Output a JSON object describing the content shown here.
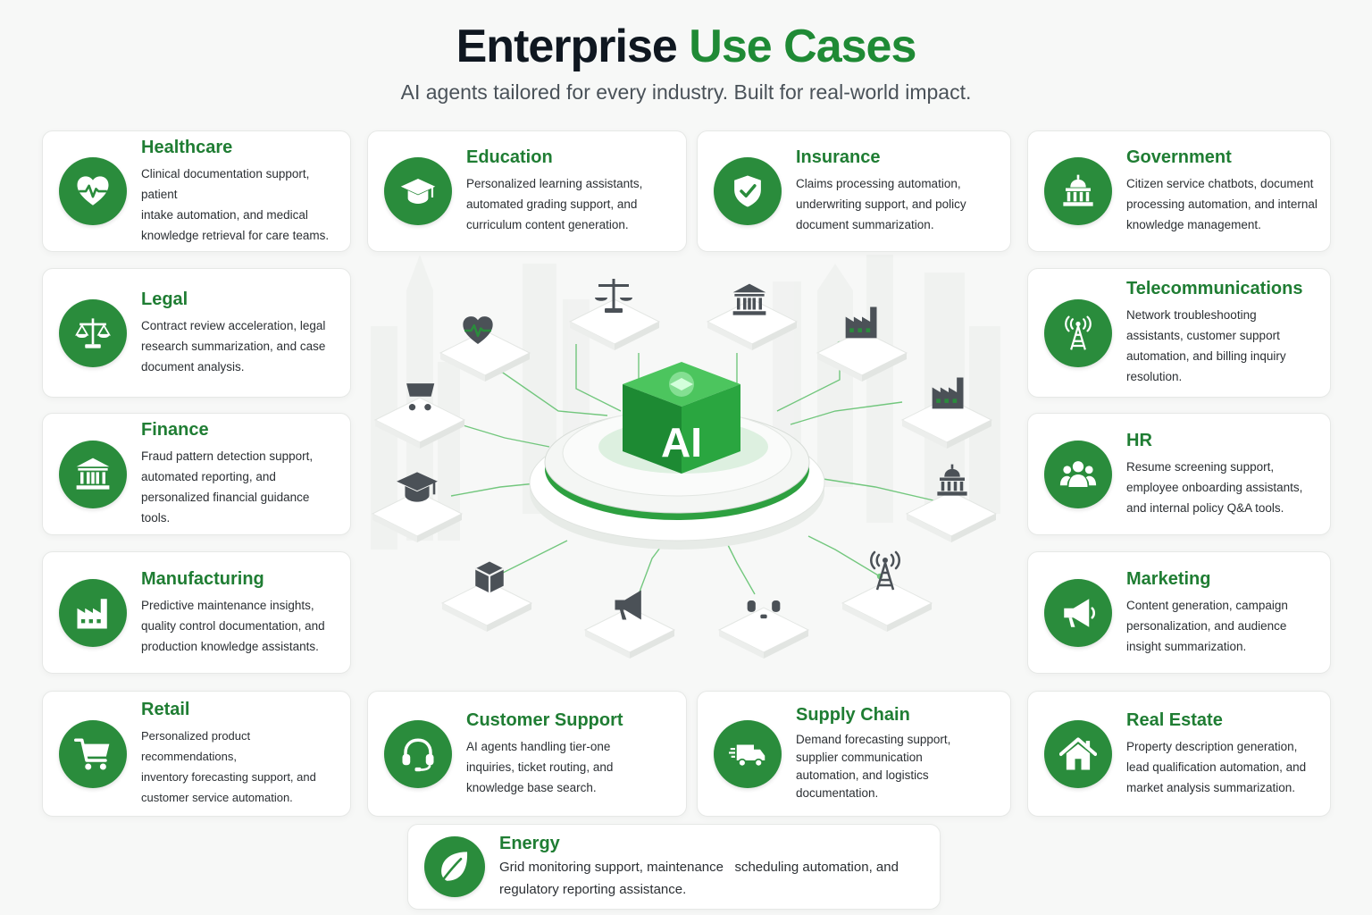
{
  "header": {
    "title_part1": "Enterprise",
    "title_part2": "Use Cases",
    "subtitle": "AI agents tailored for every industry. Built for real-world impact."
  },
  "hub": {
    "center_label": "AI"
  },
  "colors": {
    "accent": "#2a8c3c",
    "title_green": "#1f7d33"
  },
  "cards": [
    {
      "title": "Healthcare",
      "icon": "heart-pulse-icon",
      "desc": [
        "Clinical documentation support, patient",
        "intake automation, and medical",
        "knowledge retrieval for care teams."
      ]
    },
    {
      "title": "Education",
      "icon": "graduation-cap-icon",
      "desc": [
        "Personalized learning assistants,",
        "automated grading support, and",
        "curriculum content generation."
      ]
    },
    {
      "title": "Insurance",
      "icon": "shield-check-icon",
      "desc": [
        "Claims processing automation,",
        "underwriting support, and policy",
        "document summarization."
      ]
    },
    {
      "title": "Government",
      "icon": "capitol-icon",
      "desc": [
        "Citizen service chatbots, document",
        "processing automation, and internal",
        "knowledge management."
      ]
    },
    {
      "title": "Legal",
      "icon": "scales-icon",
      "desc": [
        "Contract review acceleration, legal",
        "research summarization, and case",
        "document analysis."
      ]
    },
    {
      "title": "Telecommunications",
      "icon": "antenna-tower-icon",
      "desc": [
        "Network troubleshooting",
        "assistants, customer support",
        "automation, and billing inquiry",
        "resolution."
      ]
    },
    {
      "title": "Finance",
      "icon": "bank-icon",
      "desc": [
        "Fraud pattern detection support,",
        "automated reporting, and",
        "personalized financial guidance tools."
      ]
    },
    {
      "title": "HR",
      "icon": "people-group-icon",
      "desc": [
        "Resume screening support,",
        "employee onboarding assistants,",
        "and internal policy Q&A tools."
      ]
    },
    {
      "title": "Manufacturing",
      "icon": "factory-icon",
      "desc": [
        "Predictive maintenance insights,",
        "quality control documentation, and",
        "production knowledge assistants."
      ]
    },
    {
      "title": "Marketing",
      "icon": "megaphone-icon",
      "desc": [
        "Content generation, campaign",
        "personalization, and audience",
        "insight summarization."
      ]
    },
    {
      "title": "Retail",
      "icon": "shopping-cart-icon",
      "desc": [
        "Personalized product recommendations,",
        "inventory forecasting support, and",
        "customer service automation."
      ]
    },
    {
      "title": "Customer Support",
      "icon": "headset-icon",
      "desc": [
        "AI agents handling tier-one",
        "inquiries, ticket routing, and",
        "knowledge base search."
      ]
    },
    {
      "title": "Supply Chain",
      "icon": "delivery-truck-icon",
      "desc": [
        "Demand forecasting support,",
        "supplier communication",
        "automation, and logistics",
        "documentation."
      ]
    },
    {
      "title": "Real Estate",
      "icon": "house-icon",
      "desc": [
        "Property description generation,",
        "lead qualification automation, and",
        "market analysis summarization."
      ]
    },
    {
      "title": "Energy",
      "icon": "leaf-icon",
      "desc": [
        "Grid monitoring support, maintenance   scheduling automation, and",
        "regulatory reporting assistance."
      ]
    }
  ]
}
